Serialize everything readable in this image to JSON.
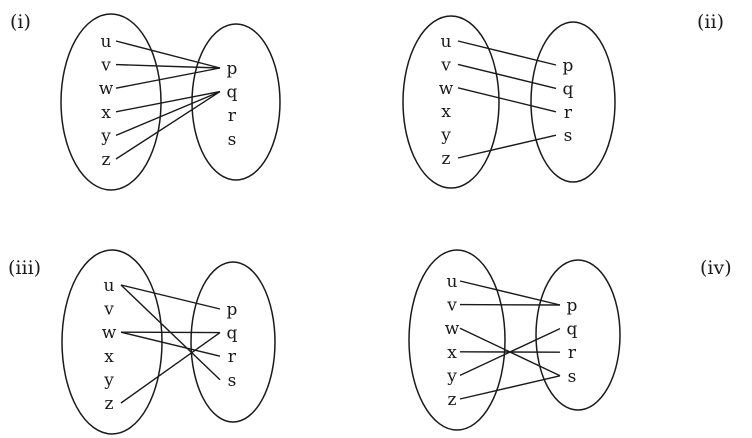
{
  "panels": [
    {
      "label": "(i)",
      "domain": [
        "u",
        "v",
        "w",
        "x",
        "y",
        "z"
      ],
      "codomain": [
        "p",
        "q",
        "r",
        "s"
      ],
      "mappings": [
        [
          "u",
          "p"
        ],
        [
          "v",
          "p"
        ],
        [
          "w",
          "p"
        ],
        [
          "x",
          "q"
        ],
        [
          "y",
          "q"
        ],
        [
          "z",
          "q"
        ]
      ]
    },
    {
      "label": "(ii)",
      "domain": [
        "u",
        "v",
        "w",
        "x",
        "y",
        "z"
      ],
      "codomain": [
        "p",
        "q",
        "r",
        "s"
      ],
      "mappings": [
        [
          "u",
          "p"
        ],
        [
          "v",
          "q"
        ],
        [
          "w",
          "r"
        ],
        [
          "z",
          "s"
        ]
      ]
    },
    {
      "label": "(iii)",
      "domain": [
        "u",
        "v",
        "w",
        "x",
        "y",
        "z"
      ],
      "codomain": [
        "p",
        "q",
        "r",
        "s"
      ],
      "mappings": [
        [
          "u",
          "p"
        ],
        [
          "u",
          "s"
        ],
        [
          "w",
          "q"
        ],
        [
          "w",
          "r"
        ],
        [
          "z",
          "q"
        ]
      ]
    },
    {
      "label": "(iv)",
      "domain": [
        "u",
        "v",
        "w",
        "x",
        "y",
        "z"
      ],
      "codomain": [
        "p",
        "q",
        "r",
        "s"
      ],
      "mappings": [
        [
          "u",
          "p"
        ],
        [
          "v",
          "p"
        ],
        [
          "w",
          "s"
        ],
        [
          "x",
          "r"
        ],
        [
          "y",
          "q"
        ],
        [
          "z",
          "s"
        ]
      ]
    }
  ]
}
